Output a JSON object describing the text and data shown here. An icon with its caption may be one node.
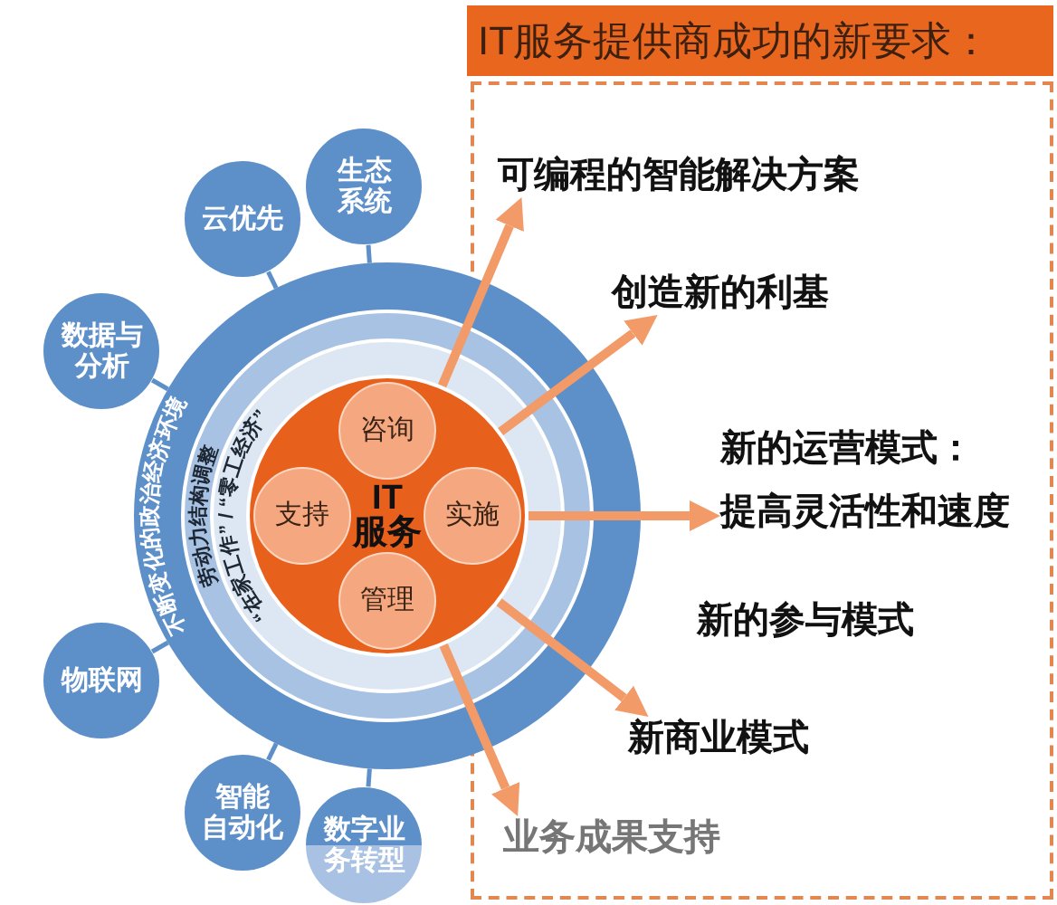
{
  "diagram": {
    "nodes": [
      {
        "text": [
          "不断变化的政治经济环境"
        ]
      },
      {
        "text": [
          "劳动力结构调整"
        ],
        "in": 0
      },
      {
        "text": [
          "“在家工作” / “零工经济”"
        ],
        "in": 1
      },
      {
        "text": [
          "IT服务"
        ],
        "in": 2
      },
      {
        "text": [
          "咨询"
        ],
        "in": 3
      },
      {
        "text": [
          "支持"
        ],
        "in": 3
      },
      {
        "text": [
          "实施"
        ],
        "in": 3
      },
      {
        "text": [
          "管理"
        ],
        "in": 3
      },
      {
        "text": [
          "生态系统"
        ]
      },
      {
        "text": [
          "云优先"
        ]
      },
      {
        "text": [
          "数据与分析"
        ]
      },
      {
        "text": [
          "物联网"
        ]
      },
      {
        "text": [
          "智能自动化"
        ]
      },
      {
        "text": [
          "数字业务转型"
        ]
      },
      {
        "text": [
          "IT服务提供商成功的新要求："
        ]
      },
      {
        "text": [
          "可编程的智能解决方案"
        ],
        "in": 14
      },
      {
        "text": [
          "创造新的利基"
        ],
        "in": 14
      },
      {
        "text": [
          "新的运营模式：",
          "提高灵活性和速度"
        ],
        "in": 14
      },
      {
        "text": [
          "新的参与模式"
        ],
        "in": 14
      },
      {
        "text": [
          "新商业模式"
        ],
        "in": 14
      },
      {
        "text": [
          "业务成果支持"
        ],
        "in": 14
      }
    ],
    "edges": [
      {
        "from": 8,
        "to": 0,
        "arrow": "none"
      },
      {
        "from": 9,
        "to": 0,
        "arrow": "none"
      },
      {
        "from": 10,
        "to": 0,
        "arrow": "none"
      },
      {
        "from": 11,
        "to": 0,
        "arrow": "none"
      },
      {
        "from": 12,
        "to": 0,
        "arrow": "none"
      },
      {
        "from": 13,
        "to": 0,
        "arrow": "none"
      },
      {
        "from": 3,
        "to": 15,
        "arrow": "to",
        "style": "thick",
        "color": "#f29a68"
      },
      {
        "from": 3,
        "to": 16,
        "arrow": "to",
        "style": "thick",
        "color": "#f29a68"
      },
      {
        "from": 3,
        "to": 17,
        "arrow": "to",
        "style": "thick",
        "color": "#f29a68"
      },
      {
        "from": 3,
        "to": 19,
        "arrow": "to",
        "style": "thick",
        "color": "#f29a68"
      },
      {
        "from": 3,
        "to": 20,
        "arrow": "to",
        "style": "thick",
        "color": "#f29a68"
      }
    ]
  }
}
